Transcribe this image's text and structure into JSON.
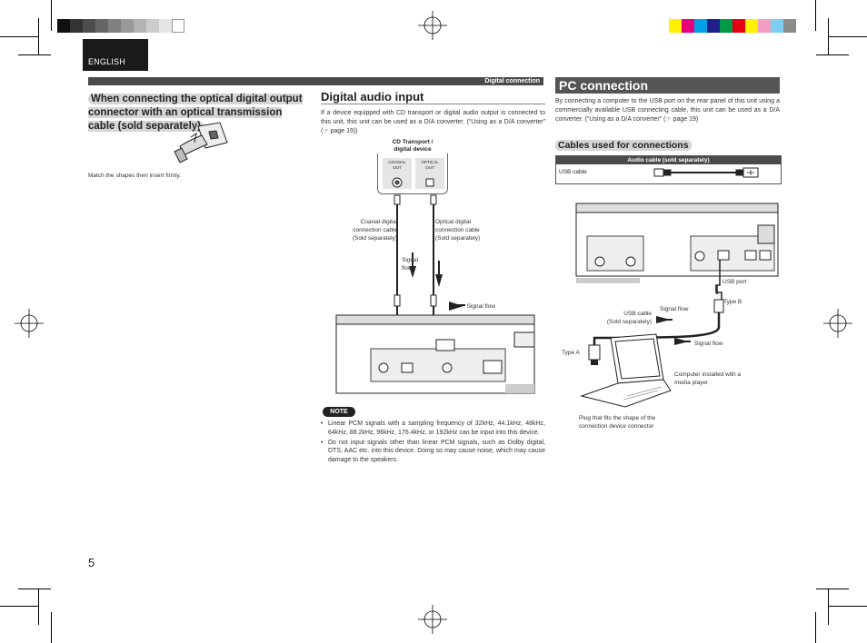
{
  "language_tab": "ENGLISH",
  "header": {
    "section": "Digital connection"
  },
  "optical": {
    "title": "When connecting the optical digital output connector with an optical transmission cable (sold separately)",
    "caption": "Match the shapes then insert firmly."
  },
  "digital_audio_input": {
    "title": "Digital audio input",
    "body": "If a device equipped with CD transport or digital audio output is connected to this unit, this unit can be used as a D/A converter. (“Using as a D/A converter” (☞ page 19))",
    "device_title_line1": "CD Transport /",
    "device_title_line2": "digital device",
    "coaxial_label": "COAXIAL\nOUT",
    "optical_label": "OPTICAL\nOUT",
    "coax_cable_label": "Coaxial digital\nconnection cable\n(Sold separately)",
    "optical_cable_label": "Optical digital\nconnection cable\n(Sold separately)",
    "signal_flow_label": "Signal\nflow",
    "signal_flow_legend": ": Signal flow"
  },
  "note": {
    "badge": "NOTE",
    "items": [
      "Linear PCM signals with a sampling frequency of 32kHz, 44.1kHz, 48kHz, 64kHz, 88.2kHz, 96kHz, 176.4kHz, or 192kHz can be input into this device.",
      "Do not input signals other than linear PCM signals, such as Dolby digital, DTS, AAC etc. into this device.  Doing so may cause noise, which may cause damage to the speakers."
    ]
  },
  "pc_connection": {
    "title": "PC connection",
    "body": "By connecting a computer to the USB port on the rear panel of this unit using a commercially available USB connecting cable, this unit can be used as a D/A converter. (“Using as a D/A converter” (☞ page 19)",
    "cables_heading": "Cables used for connections",
    "table_header": "Audio cable (sold separately)",
    "table_cell": "USB cable",
    "usb_port_label": "USB port",
    "type_b_label": "Type B",
    "type_a_label": "Type A",
    "usb_cable_label": "USB cable\n(Sold separately)",
    "signal_flow_1": "Signal flow",
    "signal_flow_2": "Signal flow",
    "computer_label": "Computer installed with a\nmedia player",
    "plug_label": "Plug that fits the shape of the\nconnection device connector"
  },
  "page_number": "5",
  "colors": {
    "gray_swatches": [
      "#111111",
      "#333333",
      "#4d4d4d",
      "#666666",
      "#808080",
      "#999999",
      "#b3b3b3",
      "#cccccc",
      "#e6e6e6",
      "#ffffff"
    ],
    "color_swatches": [
      "#ffef00",
      "#e6007e",
      "#00a0e9",
      "#1d2088",
      "#009944",
      "#e60012",
      "#fff100",
      "#f19ec2",
      "#7ecef4",
      "#8c8c8c"
    ]
  }
}
